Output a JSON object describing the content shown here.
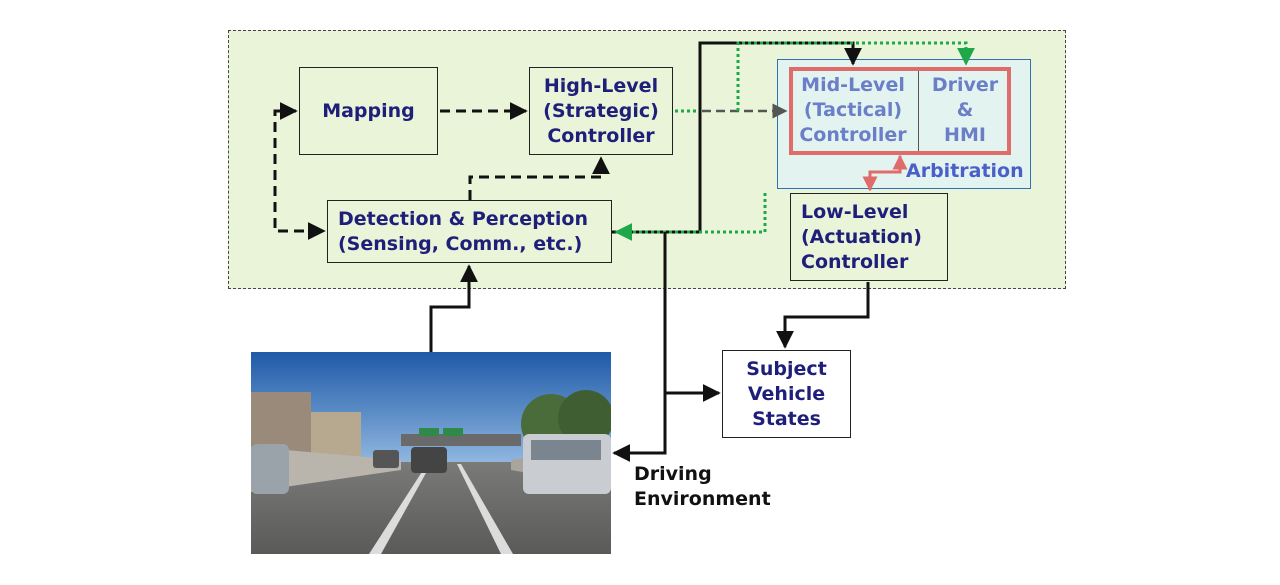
{
  "diagram": {
    "boxes": {
      "mapping": "Mapping",
      "high_level": "High-Level\n(Strategic)\nController",
      "detection": "Detection & Perception\n(Sensing, Comm., etc.)",
      "mid_level": "Mid-Level\n(Tactical)\nController",
      "driver_hmi": "Driver\n&\nHMI",
      "arbitration": "Arbitration",
      "low_level": "Low-Level\n(Actuation)\nController",
      "vehicle_states": "Subject\nVehicle\nStates",
      "environment": "Driving\nEnvironment"
    },
    "colors": {
      "region_fill": "#e9f4d8",
      "box_text": "#1f1f7a",
      "mid_text": "#6b7fc8",
      "arbitration_text": "#4b5fc8",
      "arbitration_border": "#e06b6b",
      "arbitration_fill": "#e3f3f0",
      "green_dotted": "#1fa84a",
      "dashed_black": "#111111"
    }
  }
}
